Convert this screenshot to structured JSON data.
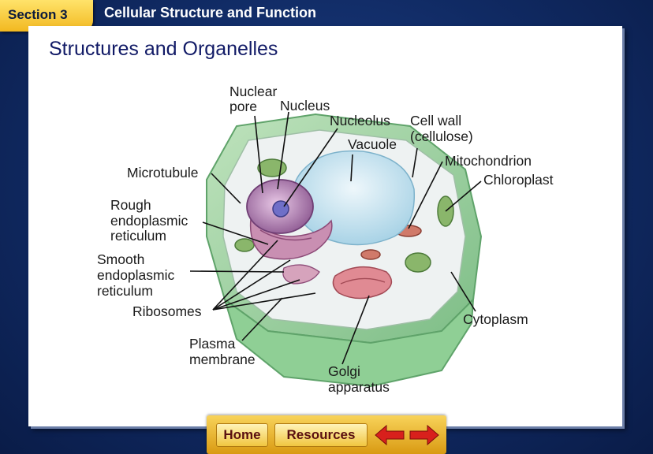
{
  "header": {
    "section_label": "Section 3",
    "title": "Cellular Structure and Function"
  },
  "slide": {
    "title": "Structures and Organelles"
  },
  "diagram": {
    "labels": {
      "nuclear_pore_1": "Nuclear",
      "nuclear_pore_2": "pore",
      "nucleus": "Nucleus",
      "nucleolus": "Nucleolus",
      "cell_wall_1": "Cell wall",
      "cell_wall_2": "(cellulose)",
      "vacuole": "Vacuole",
      "mitochondrion": "Mitochondrion",
      "chloroplast": "Chloroplast",
      "microtubule": "Microtubule",
      "rough_er_1": "Rough",
      "rough_er_2": "endoplasmic",
      "rough_er_3": "reticulum",
      "smooth_er_1": "Smooth",
      "smooth_er_2": "endoplasmic",
      "smooth_er_3": "reticulum",
      "ribosomes": "Ribosomes",
      "cytoplasm": "Cytoplasm",
      "plasma_membrane_1": "Plasma",
      "plasma_membrane_2": "membrane",
      "golgi_1": "Golgi",
      "golgi_2": "apparatus"
    }
  },
  "nav": {
    "home": "Home",
    "resources": "Resources",
    "back_icon": "arrow-left-icon",
    "forward_icon": "arrow-right-icon",
    "arrow_color": "#d8201c"
  },
  "colors": {
    "background": "#102a63",
    "tab": "#f2b820",
    "title": "#111a66"
  }
}
